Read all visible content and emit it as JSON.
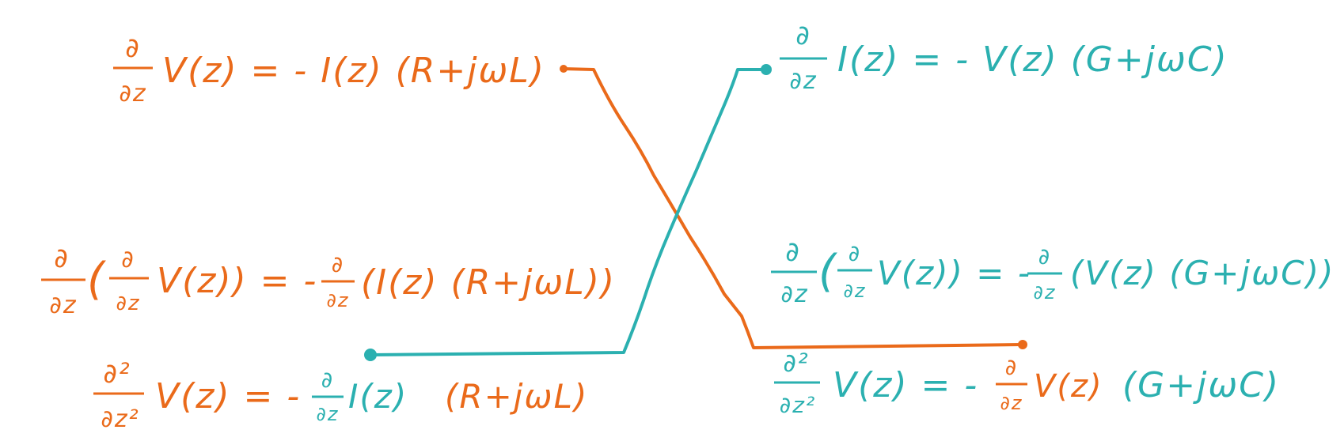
{
  "colors": {
    "orange": "#ea6a1a",
    "teal": "#2bb0b0",
    "background": "#ffffff"
  },
  "equations": {
    "v_first_order": {
      "frac_top": "∂",
      "frac_bottom": "∂z",
      "rhs": "V(z) = - I(z) (R+jωL)"
    },
    "i_first_order": {
      "frac_top": "∂",
      "frac_bottom": "∂z",
      "rhs": "I(z) = - V(z) (G+jωC)"
    },
    "v_nested": {
      "outer_top": "∂",
      "outer_bottom": "∂z",
      "open_paren": "(",
      "inner_top": "∂",
      "inner_bottom": "∂z",
      "inner_rhs": "V(z)) = -",
      "frac2_top": "∂",
      "frac2_bottom": "∂z",
      "tail": "(I(z) (R+jωL))"
    },
    "i_nested": {
      "outer_top": "∂",
      "outer_bottom": "∂z",
      "open_paren": "(",
      "inner_top": "∂",
      "inner_bottom": "∂z",
      "inner_rhs": "V(z)) = -",
      "frac2_top": "∂",
      "frac2_bottom": "∂z",
      "tail": "(V(z) (G+jωC))"
    },
    "v_second_order": {
      "frac_top": "∂²",
      "frac_bottom": "∂z²",
      "lhs": "V(z) = -",
      "frac2_top": "∂",
      "frac2_bottom": "∂z",
      "mid": "I(z)",
      "tail": "(R+jωL)"
    },
    "i_second_order": {
      "frac_top": "∂²",
      "frac_bottom": "∂z²",
      "lhs": "V(z) = -",
      "frac2_top": "∂",
      "frac2_bottom": "∂z",
      "mid": "V(z)",
      "tail": "(G+jωC)"
    }
  }
}
